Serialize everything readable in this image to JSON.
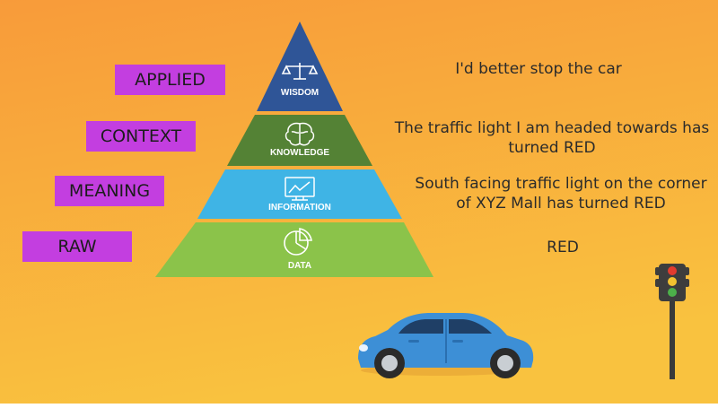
{
  "colors": {
    "background_top": "#f8a23c",
    "background_bottom": "#f8c23e",
    "tag_fill": "#c33ee0",
    "wisdom": "#2f5597",
    "knowledge": "#548235",
    "information": "#3fb4e5",
    "data": "#8bc34a",
    "car_body": "#3d8fd6"
  },
  "pyramid": {
    "wisdom": "WISDOM",
    "knowledge": "KNOWLEDGE",
    "information": "INFORMATION",
    "data": "DATA"
  },
  "tags": {
    "applied": "APPLIED",
    "context": "CONTEXT",
    "meaning": "MEANING",
    "raw": "RAW"
  },
  "examples": {
    "applied": "I'd better stop the car",
    "context_1": "The traffic light I am headed towards has",
    "context_2": "turned RED",
    "meaning_1": "South facing traffic light on the corner",
    "meaning_2": "of XYZ Mall has turned RED",
    "raw": "RED"
  },
  "icons": [
    "scales-icon",
    "brain-icon",
    "chart-monitor-icon",
    "pie-chart-icon",
    "car-icon",
    "traffic-light-icon"
  ]
}
